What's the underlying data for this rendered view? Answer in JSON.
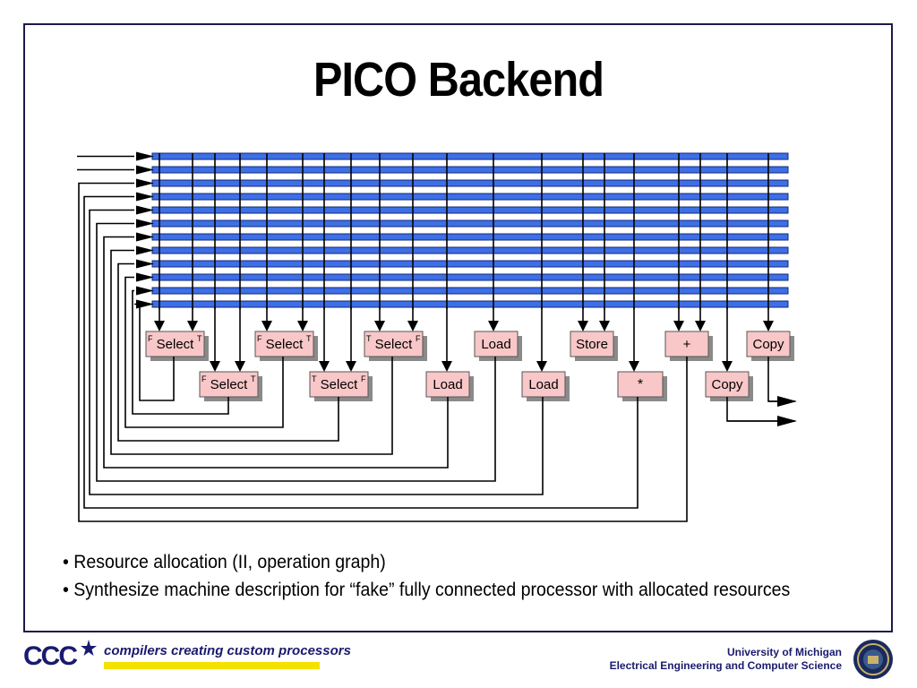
{
  "slide": {
    "title": "PICO Backend",
    "bullets": [
      "• Resource allocation (II, operation graph)",
      "• Synthesize machine description for “fake” fully connected processor with allocated resources"
    ]
  },
  "diagram": {
    "bus_count": 12,
    "upper_units": [
      {
        "label": "Select",
        "left_tag": "F",
        "right_tag": "T"
      },
      {
        "label": "Select",
        "left_tag": "F",
        "right_tag": "T"
      },
      {
        "label": "Select",
        "left_tag": "T",
        "right_tag": "F"
      },
      {
        "label": "Load",
        "left_tag": "",
        "right_tag": ""
      },
      {
        "label": "Store",
        "left_tag": "",
        "right_tag": ""
      },
      {
        "label": "+",
        "left_tag": "",
        "right_tag": ""
      },
      {
        "label": "Copy",
        "left_tag": "",
        "right_tag": ""
      }
    ],
    "lower_units": [
      {
        "label": "Select",
        "left_tag": "F",
        "right_tag": "T"
      },
      {
        "label": "Select",
        "left_tag": "T",
        "right_tag": "F"
      },
      {
        "label": "Load",
        "left_tag": "",
        "right_tag": ""
      },
      {
        "label": "Load",
        "left_tag": "",
        "right_tag": ""
      },
      {
        "label": "*",
        "left_tag": "",
        "right_tag": ""
      },
      {
        "label": "Copy",
        "left_tag": "",
        "right_tag": ""
      }
    ],
    "colors": {
      "bus_fill": "#3d6fe6",
      "bus_edge": "#14287a",
      "unit_fill": "#f9c7c7",
      "unit_shadow": "#8a8a8a",
      "line": "#000000"
    }
  },
  "footer": {
    "logo_text": "CCC",
    "tagline": "compilers creating custom processors",
    "institution_line1": "University of Michigan",
    "institution_line2": "Electrical Engineering and Computer Science",
    "tagline_bar_color": "#f5e100",
    "brand_color": "#1a1a6e"
  }
}
